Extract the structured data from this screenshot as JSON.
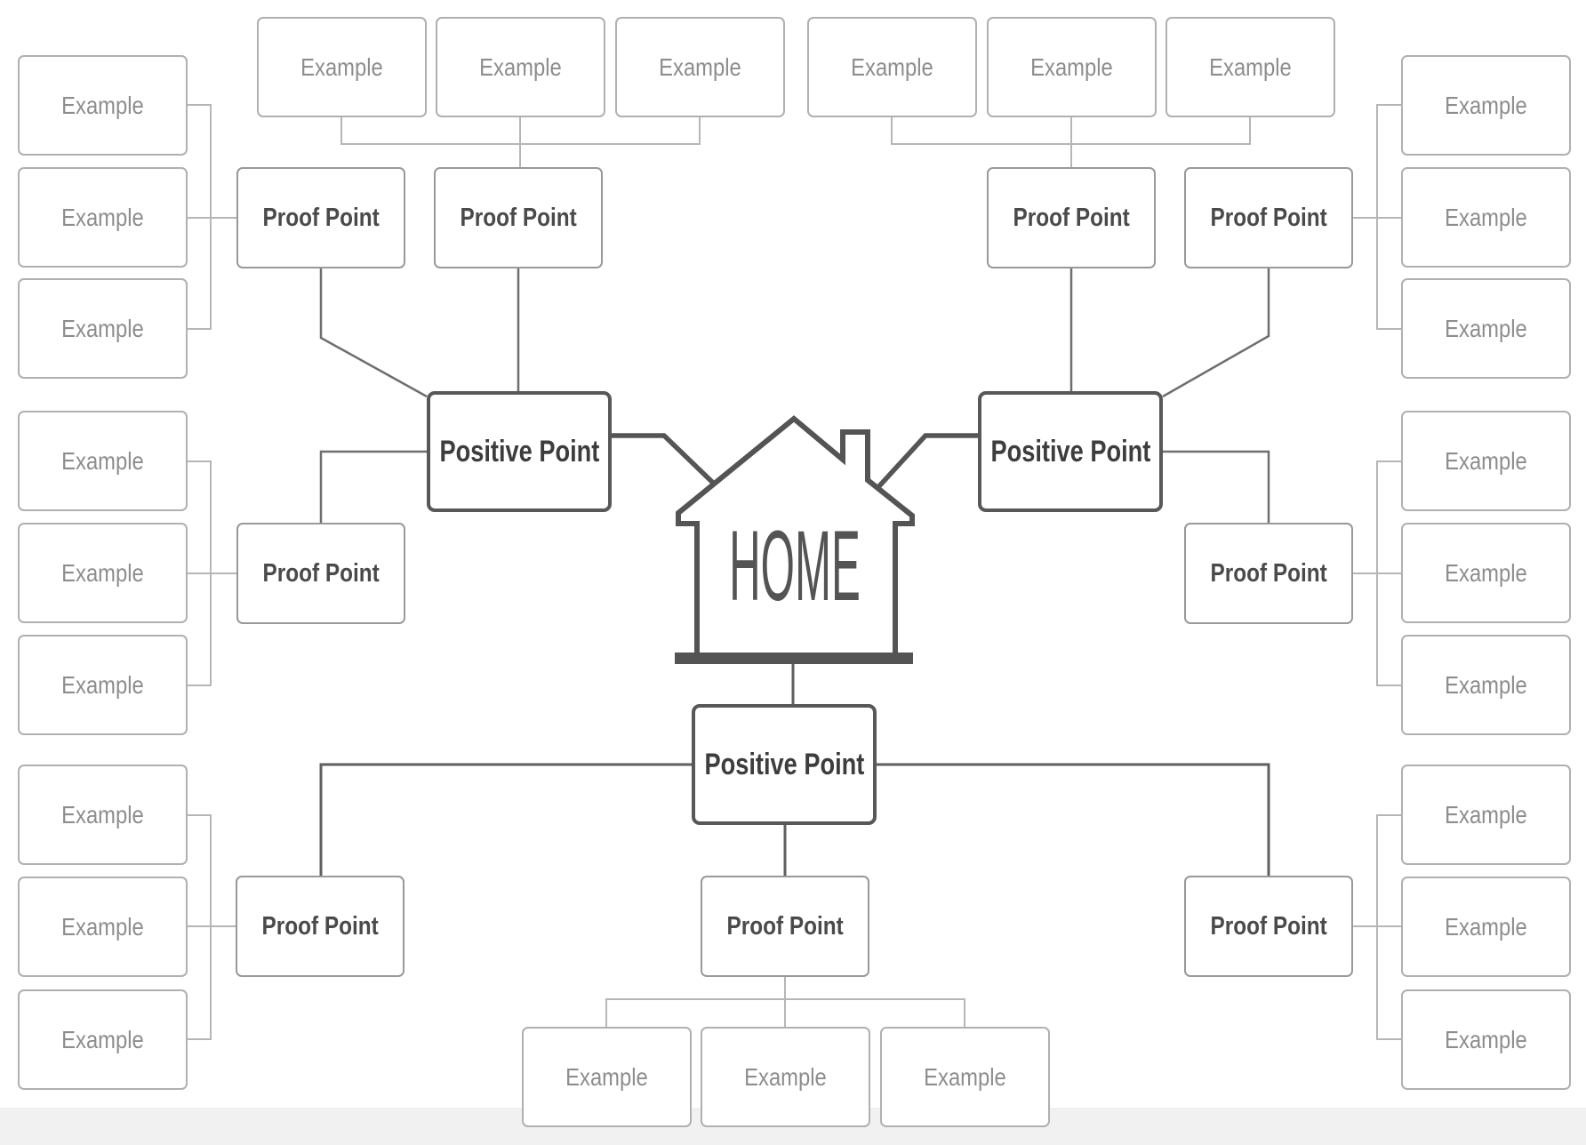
{
  "house": {
    "label": "HOME"
  },
  "colors": {
    "background": "#ffffff",
    "bottom_strip": "#f1f1f1",
    "example_border": "#b0b0b0",
    "example_text": "#8d8d8d",
    "proof_border": "#999999",
    "proof_text": "#4a4a4a",
    "positive_border": "#585858",
    "positive_text": "#3d3d3d",
    "line_light": "#b6b6b6",
    "line_medium": "#6e6e6e",
    "line_dark": "#5f5f5f",
    "line_thick": "#555555",
    "house_icon": "#545454"
  },
  "nodes": [
    {
      "id": "top-l-1",
      "type": "example",
      "label": "Example"
    },
    {
      "id": "top-l-2",
      "type": "example",
      "label": "Example"
    },
    {
      "id": "top-l-3",
      "type": "example",
      "label": "Example"
    },
    {
      "id": "top-r-1",
      "type": "example",
      "label": "Example"
    },
    {
      "id": "top-r-2",
      "type": "example",
      "label": "Example"
    },
    {
      "id": "top-r-3",
      "type": "example",
      "label": "Example"
    },
    {
      "id": "col-l-a1",
      "type": "example",
      "label": "Example"
    },
    {
      "id": "col-l-a2",
      "type": "example",
      "label": "Example"
    },
    {
      "id": "col-l-a3",
      "type": "example",
      "label": "Example"
    },
    {
      "id": "col-l-b1",
      "type": "example",
      "label": "Example"
    },
    {
      "id": "col-l-b2",
      "type": "example",
      "label": "Example"
    },
    {
      "id": "col-l-b3",
      "type": "example",
      "label": "Example"
    },
    {
      "id": "col-l-c1",
      "type": "example",
      "label": "Example"
    },
    {
      "id": "col-l-c2",
      "type": "example",
      "label": "Example"
    },
    {
      "id": "col-l-c3",
      "type": "example",
      "label": "Example"
    },
    {
      "id": "col-r-a1",
      "type": "example",
      "label": "Example"
    },
    {
      "id": "col-r-a2",
      "type": "example",
      "label": "Example"
    },
    {
      "id": "col-r-a3",
      "type": "example",
      "label": "Example"
    },
    {
      "id": "col-r-b1",
      "type": "example",
      "label": "Example"
    },
    {
      "id": "col-r-b2",
      "type": "example",
      "label": "Example"
    },
    {
      "id": "col-r-b3",
      "type": "example",
      "label": "Example"
    },
    {
      "id": "col-r-c1",
      "type": "example",
      "label": "Example"
    },
    {
      "id": "col-r-c2",
      "type": "example",
      "label": "Example"
    },
    {
      "id": "col-r-c3",
      "type": "example",
      "label": "Example"
    },
    {
      "id": "bottom-1",
      "type": "example",
      "label": "Example"
    },
    {
      "id": "bottom-2",
      "type": "example",
      "label": "Example"
    },
    {
      "id": "bottom-3",
      "type": "example",
      "label": "Example"
    },
    {
      "id": "pp-1",
      "type": "proof",
      "label": "Proof Point"
    },
    {
      "id": "pp-2",
      "type": "proof",
      "label": "Proof Point"
    },
    {
      "id": "pp-3",
      "type": "proof",
      "label": "Proof Point"
    },
    {
      "id": "pp-4",
      "type": "proof",
      "label": "Proof Point"
    },
    {
      "id": "pp-5",
      "type": "proof",
      "label": "Proof Point"
    },
    {
      "id": "pp-6",
      "type": "proof",
      "label": "Proof Point"
    },
    {
      "id": "pp-7",
      "type": "proof",
      "label": "Proof Point"
    },
    {
      "id": "pp-8",
      "type": "proof",
      "label": "Proof Point"
    },
    {
      "id": "pp-9",
      "type": "proof",
      "label": "Proof Point"
    },
    {
      "id": "pos-left",
      "type": "positive",
      "label": "Positive Point"
    },
    {
      "id": "pos-right",
      "type": "positive",
      "label": "Positive Point"
    },
    {
      "id": "pos-bottom",
      "type": "positive",
      "label": "Positive Point"
    }
  ]
}
